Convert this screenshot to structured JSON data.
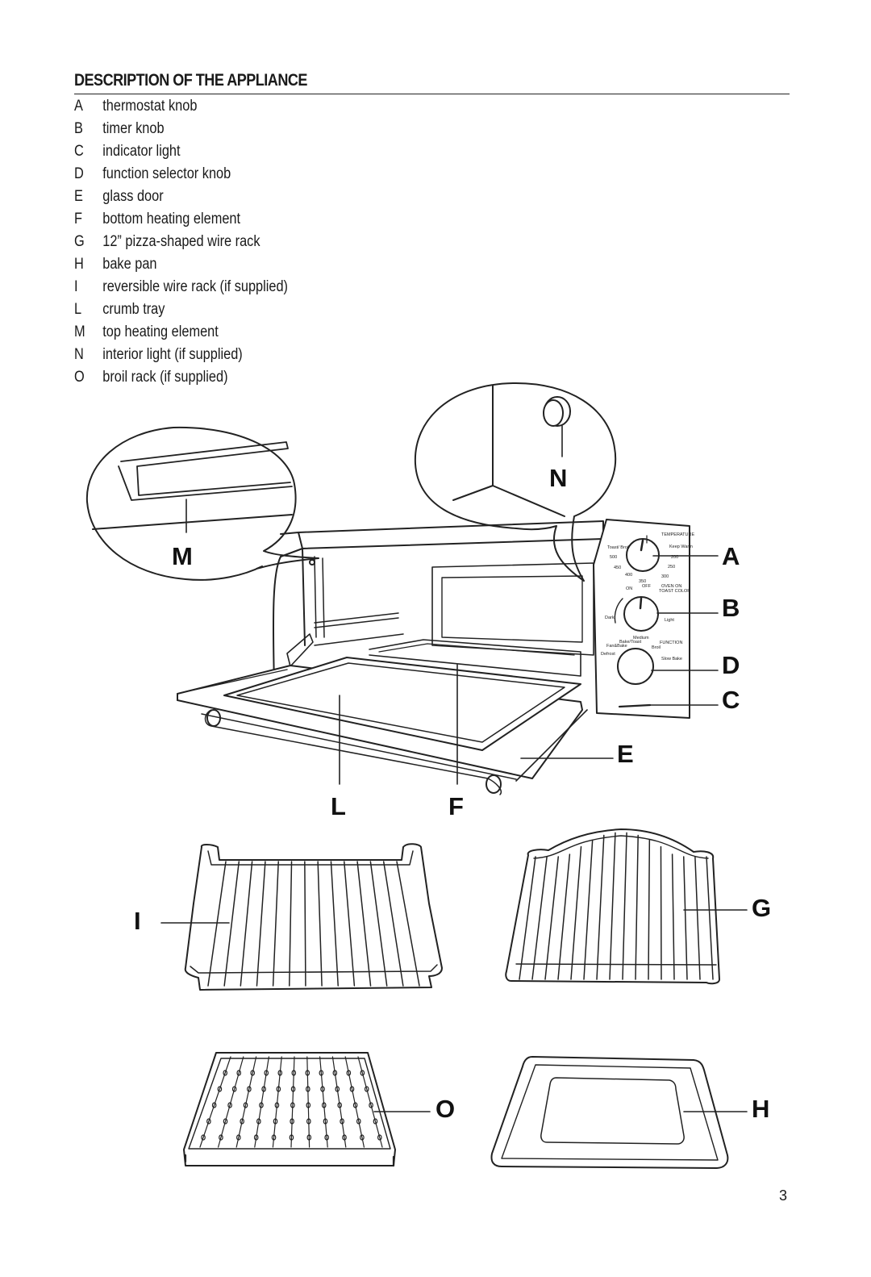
{
  "section_title": "DESCRIPTION OF THE APPLIANCE",
  "parts": [
    {
      "letter": "A",
      "label": "thermostat knob"
    },
    {
      "letter": "B",
      "label": "timer knob"
    },
    {
      "letter": "C",
      "label": "indicator light"
    },
    {
      "letter": "D",
      "label": "function selector knob"
    },
    {
      "letter": "E",
      "label": "glass door"
    },
    {
      "letter": "F",
      "label": "bottom heating element"
    },
    {
      "letter": "G",
      "label": "12” pizza-shaped wire rack"
    },
    {
      "letter": "H",
      "label": "bake pan"
    },
    {
      "letter": "I",
      "label": "reversible wire rack (if supplied)"
    },
    {
      "letter": "L",
      "label": "crumb tray"
    },
    {
      "letter": "M",
      "label": "top heating element"
    },
    {
      "letter": "N",
      "label": "interior light (if supplied)"
    },
    {
      "letter": "O",
      "label": "broil rack (if supplied)"
    }
  ],
  "callouts": {
    "A": "A",
    "B": "B",
    "C": "C",
    "D": "D",
    "E": "E",
    "F": "F",
    "G": "G",
    "H": "H",
    "I": "I",
    "L": "L",
    "M": "M",
    "N": "N",
    "O": "O"
  },
  "panel": {
    "temperature": "TEMPERATURE",
    "keep_warm": "Keep Warm",
    "toast_broil": "Toast/ Broil",
    "t500": "500",
    "t450": "450",
    "t400": "400",
    "t350": "350",
    "t300": "300",
    "t250": "250",
    "t200": "200",
    "on": "ON",
    "off": "OFF",
    "oven_on": "OVEN ON",
    "toast_color": "TOAST COLOR",
    "dark": "Dark",
    "light": "Light",
    "medium": "Medium",
    "function": "FUNCTION",
    "bake_toast": "Bake/Toast",
    "fan_bake": "Fan&Bake",
    "broil": "Broil",
    "defrost": "Defrost",
    "slow_bake": "Slow Bake"
  },
  "page_number": "3"
}
